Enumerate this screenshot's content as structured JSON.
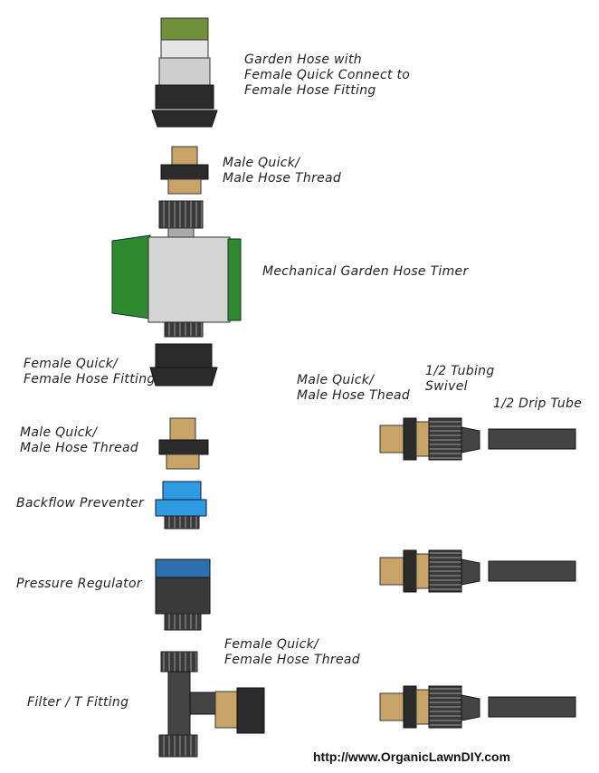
{
  "labels": {
    "garden_hose": "Garden Hose with\nFemale Quick Connect to\nFemale Hose Fitting",
    "male_quick_1": "Male Quick/\nMale Hose Thread",
    "timer": "Mechanical Garden Hose Timer",
    "female_quick": "Female Quick/\nFemale Hose Fitting",
    "male_quick_2": "Male Quick/\nMale Hose Thread",
    "backflow": "Backflow Preventer",
    "pressure": "Pressure Regulator",
    "filter": "Filter / T Fitting",
    "female_quick_thread": "Female Quick/\nFemale Hose Thread",
    "male_quick_right": "Male Quick/\nMale Hose Thead",
    "tubing_swivel": "1/2 Tubing\nSwivel",
    "drip_tube": "1/2 Drip Tube"
  },
  "footer": {
    "url": "http://www.OrganicLawnDIY.com"
  },
  "colors": {
    "brass": "#c8a468",
    "black": "#2b2b2b",
    "green": "#2f8a2f",
    "blue": "#2f9be0",
    "grey": "#d4d4d4"
  }
}
